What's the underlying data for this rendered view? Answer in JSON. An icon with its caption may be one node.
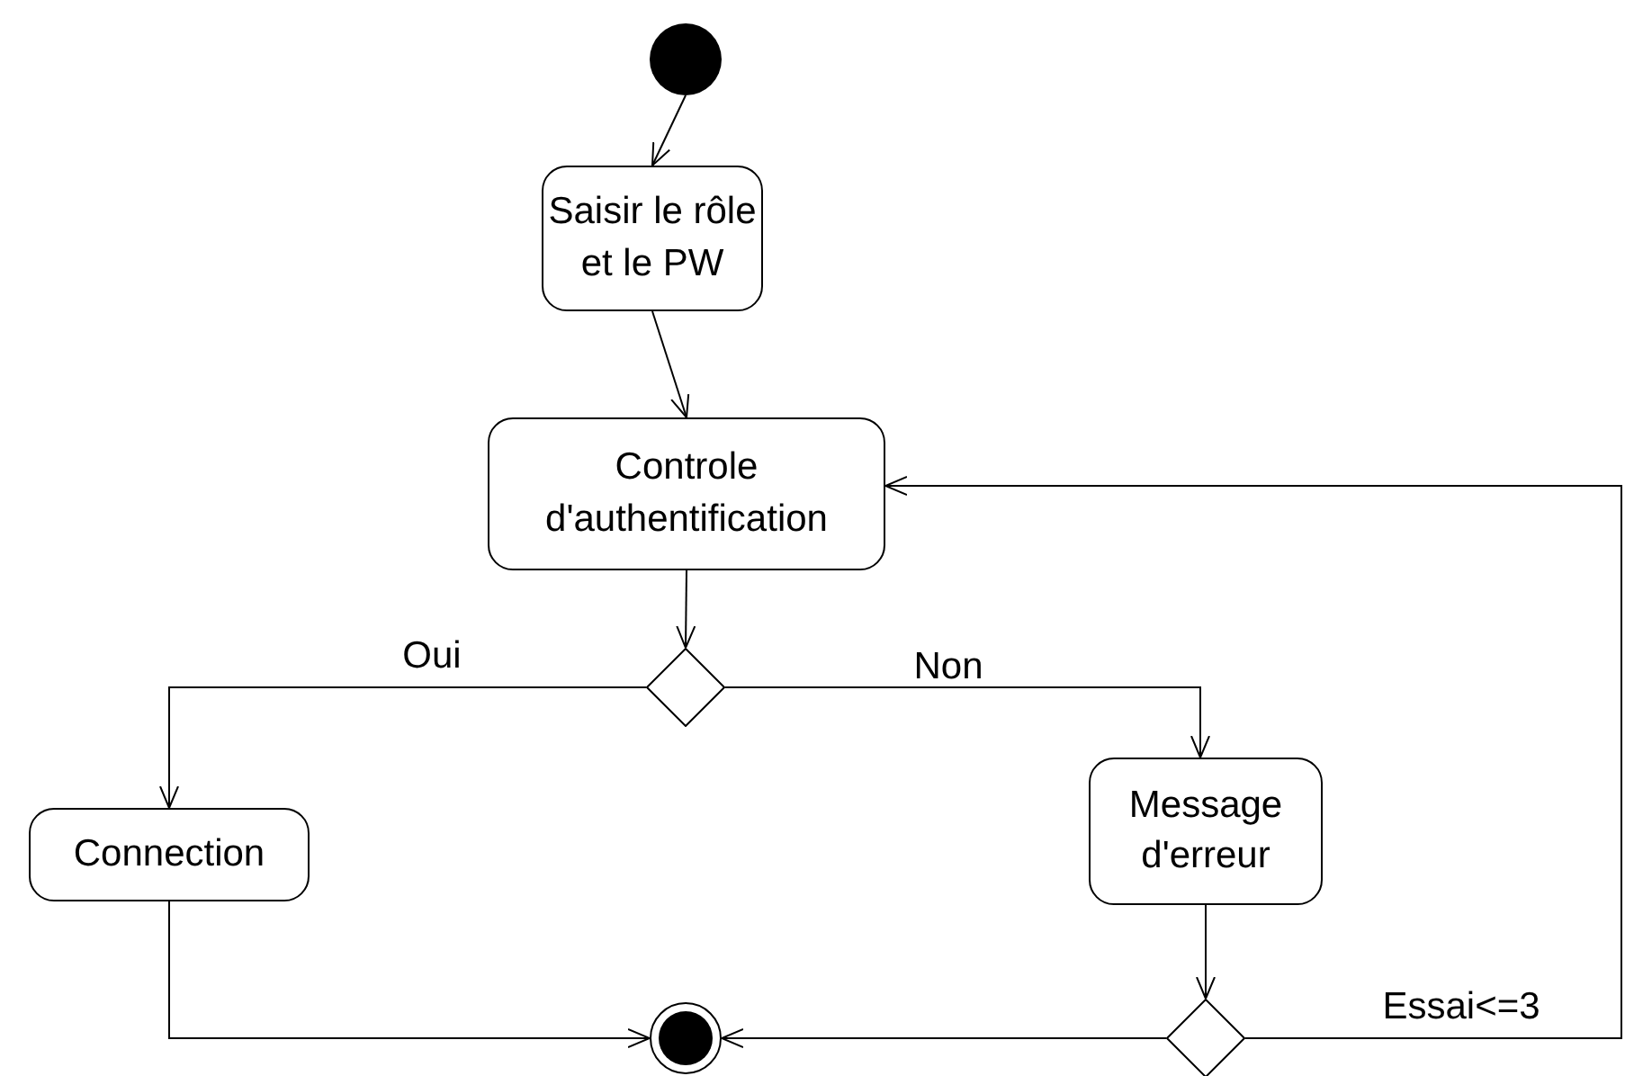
{
  "diagram": {
    "nodes": [
      {
        "text": [],
        "shape": "circle"
      },
      {
        "text": [
          "Saisir le rôle et le PW"
        ]
      },
      {
        "text": [
          "Controle d'authentification"
        ]
      },
      {
        "text": [],
        "shape": "diamond"
      },
      {
        "text": [
          "Connection"
        ]
      },
      {
        "text": [
          "Message d'erreur"
        ]
      },
      {
        "text": [],
        "shape": "diamond"
      },
      {
        "text": [],
        "shape": "circle"
      }
    ],
    "edges": [
      {
        "from": 0,
        "to": 1,
        "arrow": "to"
      },
      {
        "from": 1,
        "to": 2,
        "arrow": "to"
      },
      {
        "from": 2,
        "to": 3,
        "arrow": "to"
      },
      {
        "from": 3,
        "to": 4,
        "arrow": "to",
        "label": "Oui"
      },
      {
        "from": 3,
        "to": 5,
        "arrow": "to",
        "label": "Non"
      },
      {
        "from": 5,
        "to": 6,
        "arrow": "to"
      },
      {
        "from": 4,
        "to": 7,
        "arrow": "to"
      },
      {
        "from": 6,
        "to": 7,
        "arrow": "to"
      },
      {
        "from": 6,
        "to": 2,
        "arrow": "to",
        "label": "Essai<=3"
      }
    ]
  }
}
